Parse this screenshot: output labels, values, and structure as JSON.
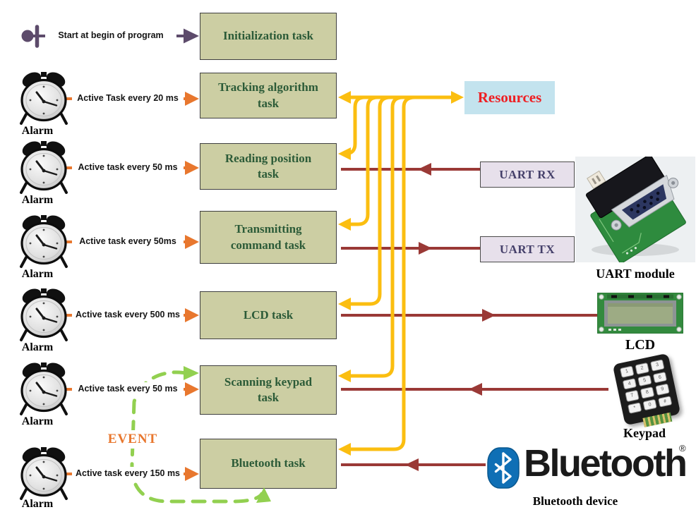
{
  "start": {
    "label": "Start at begin of program"
  },
  "tasks": [
    {
      "label": "Initialization task"
    },
    {
      "label": "Tracking algorithm task"
    },
    {
      "label": "Reading position task"
    },
    {
      "label": "Transmitting command task"
    },
    {
      "label": "LCD task"
    },
    {
      "label": "Scanning keypad task"
    },
    {
      "label": "Bluetooth task"
    }
  ],
  "alarms": [
    {
      "label": "Alarm",
      "trigger": "Active Task every 20 ms"
    },
    {
      "label": "Alarm",
      "trigger": "Active task every 50 ms"
    },
    {
      "label": "Alarm",
      "trigger": "Active task every 50ms"
    },
    {
      "label": "Alarm",
      "trigger": "Active task every 500 ms"
    },
    {
      "label": "Alarm",
      "trigger": "Active task every 50 ms"
    },
    {
      "label": "Alarm",
      "trigger": "Active task every 150 ms"
    }
  ],
  "resources": {
    "label": "Resources"
  },
  "ports": {
    "rx_label": "UART RX",
    "tx_label": "UART TX"
  },
  "devices": {
    "uart_caption": "UART module",
    "lcd_caption": "LCD",
    "keypad_caption": "Keypad",
    "bluetooth_caption": "Bluetooth device",
    "bluetooth_wordmark": "Bluetooth",
    "bluetooth_reg": "®",
    "keypad_keys": [
      "1",
      "2",
      "3",
      "4",
      "5",
      "6",
      "7",
      "8",
      "9",
      "*",
      "0",
      "#"
    ]
  },
  "event": {
    "label": "EVENT"
  },
  "colors": {
    "purple": "#5D4B6B",
    "orange": "#E8772E",
    "yellow": "#FBBE10",
    "dark_red": "#9A3936",
    "green": "#92D050",
    "task_fill": "#CCCEA3",
    "task_border": "#3F3F3F",
    "task_text": "#2C5B38",
    "resources_bg": "#C3E3EE",
    "resources_text": "#EE2024",
    "uart_bg": "#E7E0EB",
    "uart_text": "#45406A",
    "event_text": "#E8772E",
    "bluetooth_blue": "#0F6FB5"
  }
}
